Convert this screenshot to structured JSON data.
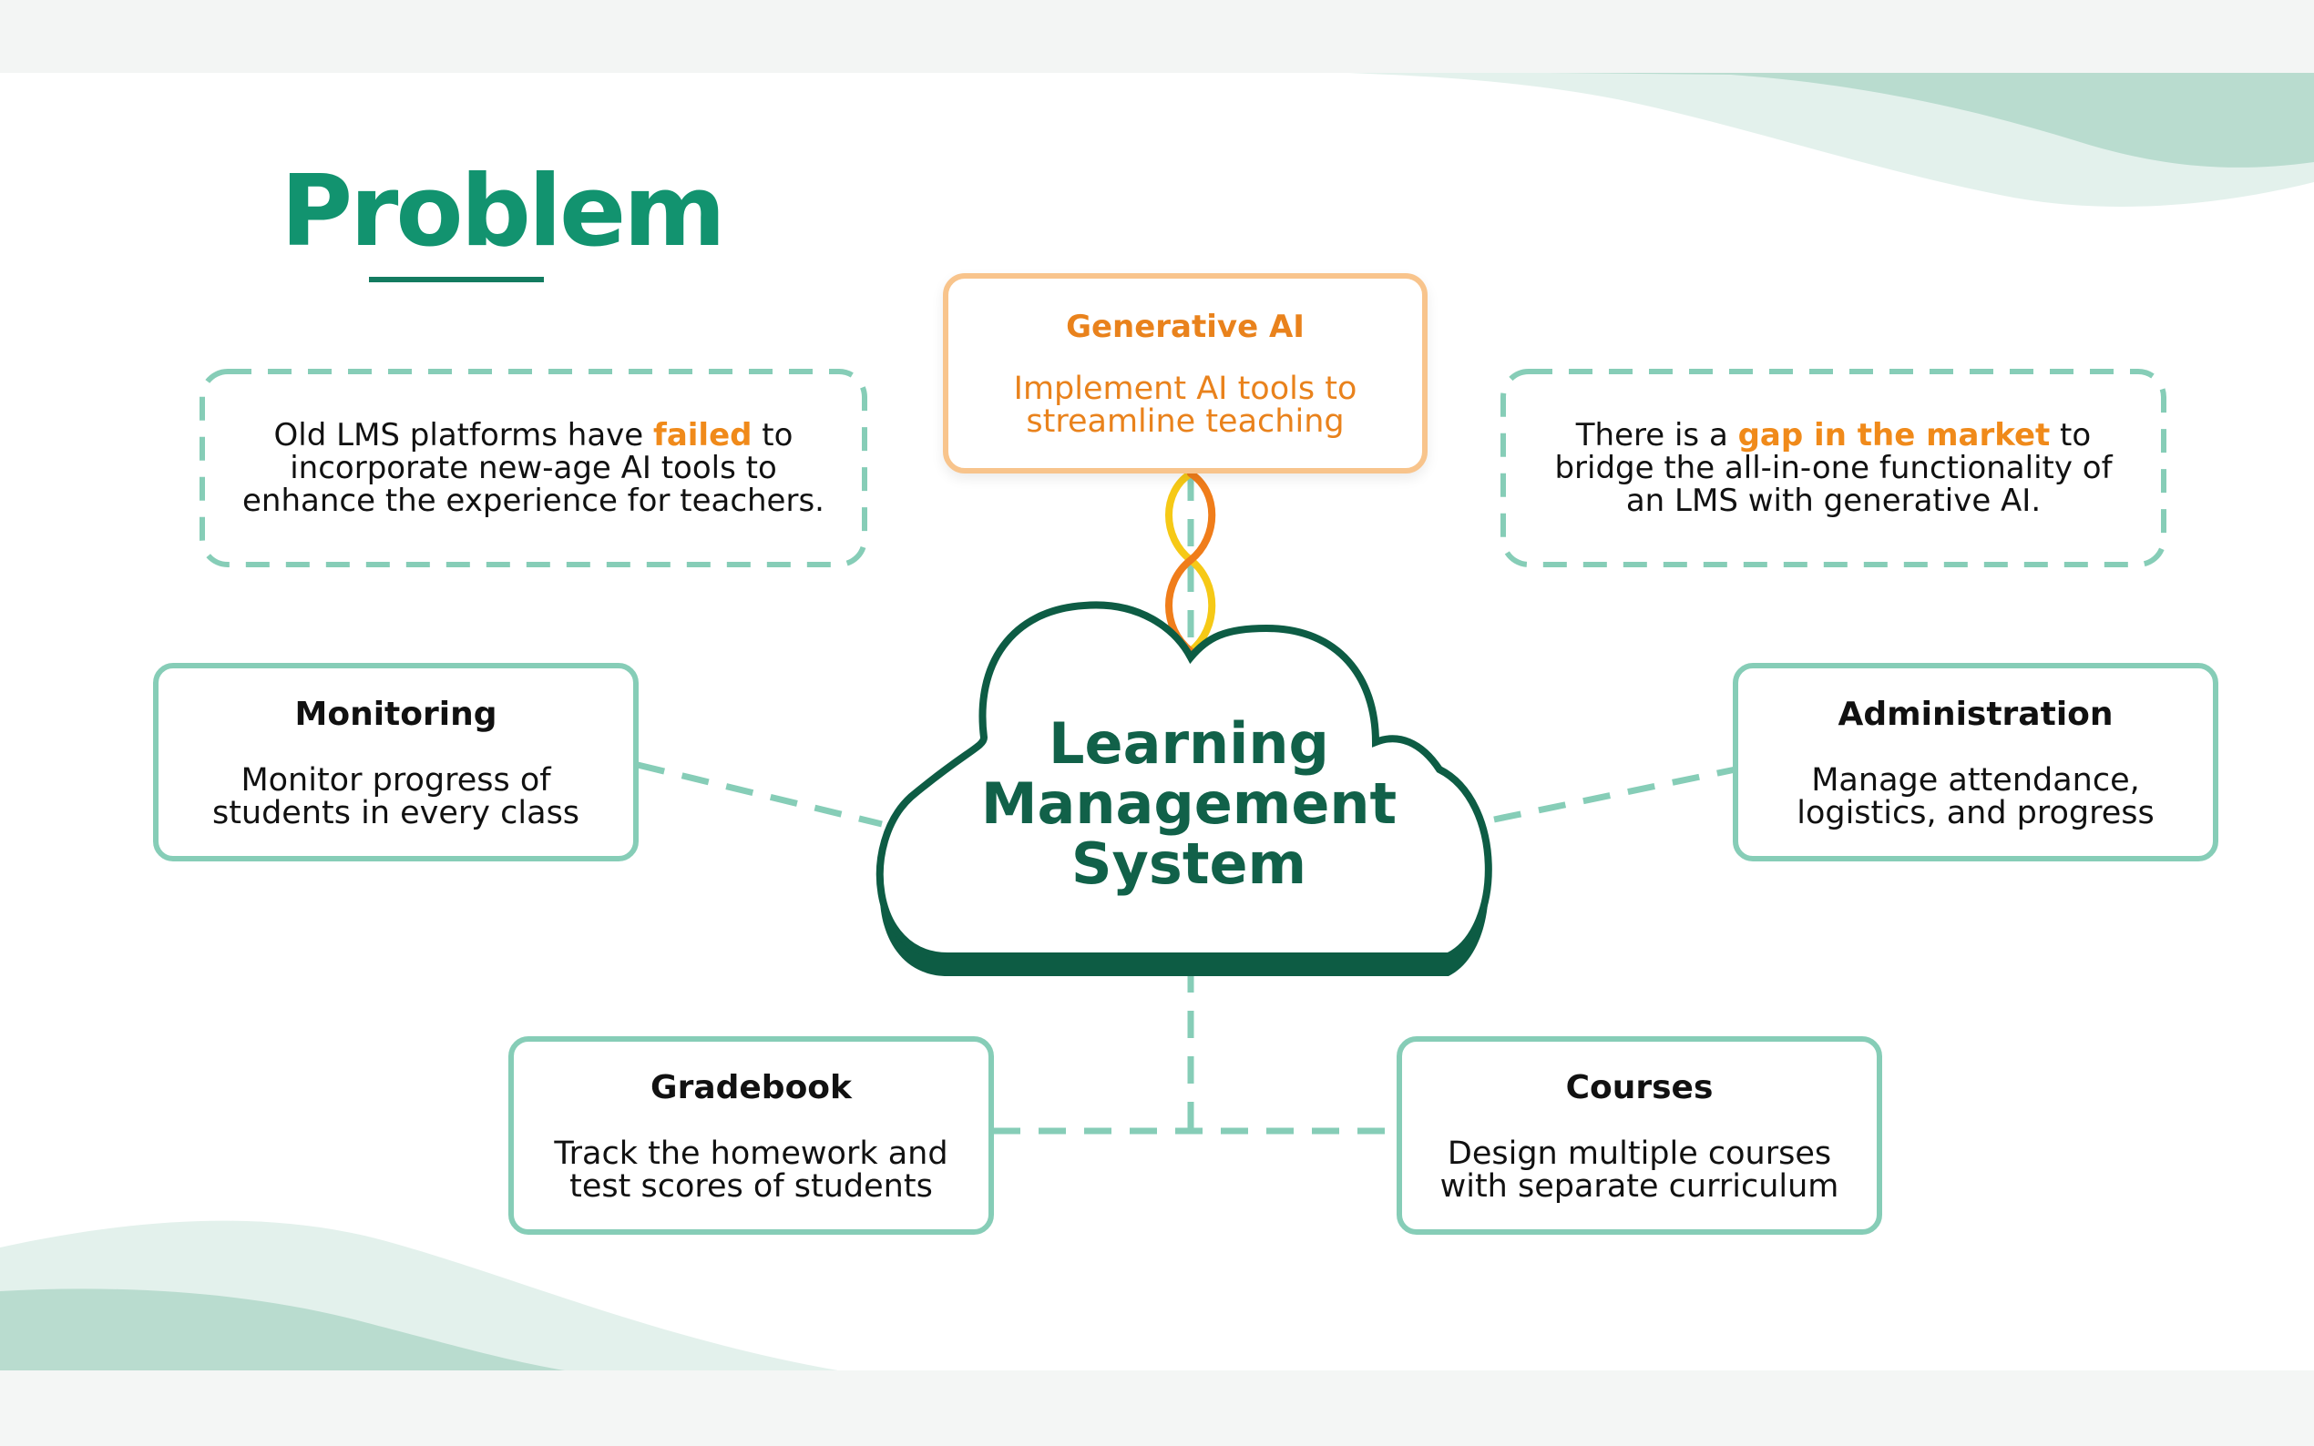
{
  "title": "Problem",
  "center": {
    "line1": "Learning",
    "line2": "Management",
    "line3": "System"
  },
  "generative_ai": {
    "heading": "Generative AI",
    "line1": "Implement AI tools to",
    "line2": "streamline teaching"
  },
  "note_left": {
    "l1_pre": "Old LMS platforms have ",
    "l1_hl": "failed",
    "l1_post": " to",
    "line2": "incorporate new-age AI tools to",
    "line3": "enhance the experience for teachers."
  },
  "note_right": {
    "l1_pre": "There is a ",
    "l1_hl": "gap in the market",
    "l1_post": " to",
    "line2": "bridge the all-in-one functionality of",
    "line3": "an LMS with generative AI."
  },
  "monitoring": {
    "heading": "Monitoring",
    "line1": "Monitor progress of",
    "line2": "students in every class"
  },
  "administration": {
    "heading": "Administration",
    "line1": "Manage attendance,",
    "line2": "logistics, and progress"
  },
  "gradebook": {
    "heading": "Gradebook",
    "line1": "Track the homework and",
    "line2": "test scores of students"
  },
  "courses": {
    "heading": "Courses",
    "line1": "Design multiple courses",
    "line2": "with separate curriculum"
  },
  "colors": {
    "title_green": "#12936f",
    "dark_green": "#116149",
    "mint_border": "#86cdb7",
    "orange": "#f08a1a",
    "ai_border": "#f8c48c"
  }
}
